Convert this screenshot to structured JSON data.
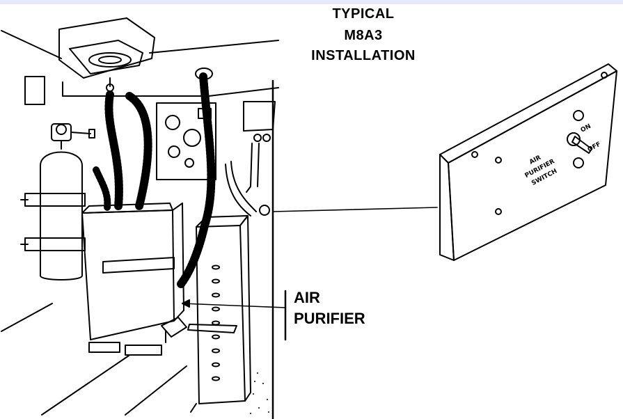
{
  "title": {
    "line1": "TYPICAL",
    "line2": "M8A3",
    "line3": "INSTALLATION"
  },
  "callout": {
    "line1": "AIR",
    "line2": "PURIFIER"
  },
  "panel": {
    "label1": "AIR",
    "label2": "PURIFIER",
    "label3": "SWITCH",
    "switch_on": "ON",
    "switch_off": "OFF"
  },
  "colors": {
    "ink": "#000000",
    "paper": "#ffffff",
    "frame": "#e6e9f7"
  }
}
